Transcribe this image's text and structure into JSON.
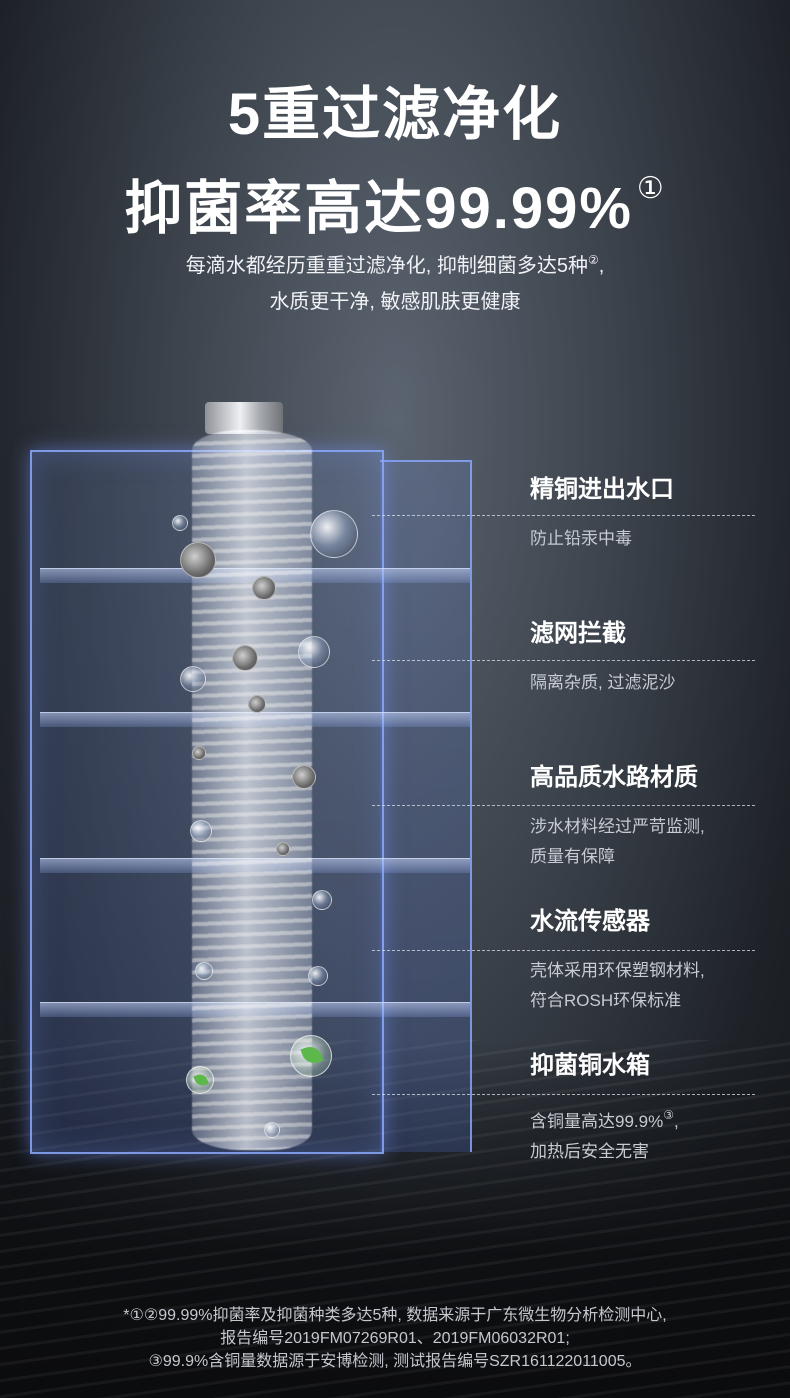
{
  "hero": {
    "title_line1": "5重过滤净化",
    "title_line2": "抑菌率高达99.99%",
    "title_mark": "①"
  },
  "subtitle": {
    "line1": "每滴水都经历重重过滤净化, 抑制细菌多达5种",
    "line1_mark": "②",
    "line1_end": ",",
    "line2": "水质更干净, 敏感肌肤更健康"
  },
  "features": [
    {
      "title": "精铜进出水口",
      "desc_lines": [
        "防止铅汞中毒"
      ]
    },
    {
      "title": "滤网拦截",
      "desc_lines": [
        "隔离杂质, 过滤泥沙"
      ]
    },
    {
      "title": "高品质水路材质",
      "desc_lines": [
        "涉水材料经过严苛监测,",
        "质量有保障"
      ]
    },
    {
      "title": "水流传感器",
      "desc_lines": [
        "壳体采用环保塑钢材料,",
        "符合ROSH环保标准"
      ]
    },
    {
      "title": "抑菌铜水箱",
      "desc_lines": [
        "含铜量高达99.9%",
        "加热后安全无害"
      ],
      "mark": "③",
      "mark_end": ","
    }
  ],
  "footnote": {
    "line1": "*①②99.99%抑菌率及抑菌种类多达5种, 数据来源于广东微生物分析检测中心,",
    "line2": "报告编号2019FM07269R01、2019FM06032R01;",
    "line3": "③99.9%含铜量数据源于安博检测, 测试报告编号SZR161122011005。"
  },
  "colors": {
    "glass_edge": "#8caaff",
    "leaf": "#5cb84a"
  }
}
